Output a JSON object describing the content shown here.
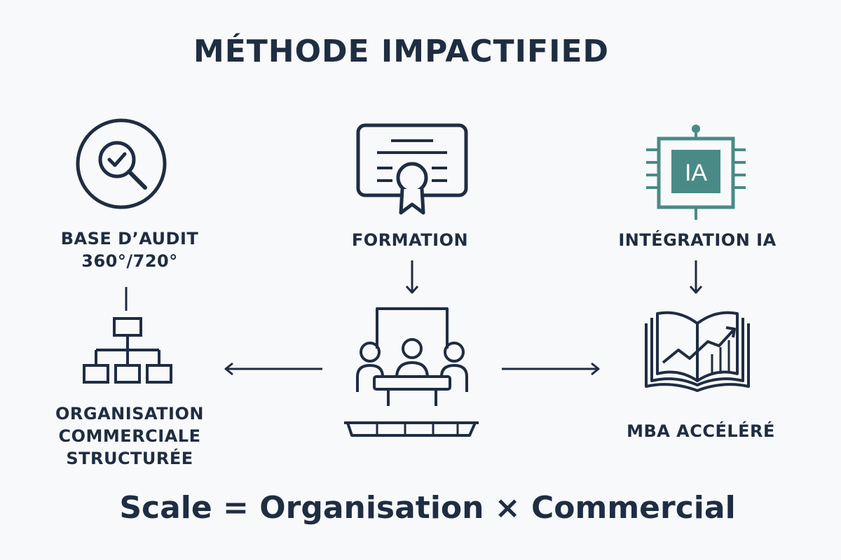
{
  "title": "MÉTHODE IMPACTIFIED",
  "nodes": {
    "audit": {
      "label": "BASE D’AUDIT\n360°/720°",
      "icon": "magnifier-check-icon"
    },
    "formation": {
      "label": "FORMATION",
      "icon": "certificate-icon"
    },
    "ia": {
      "label": "INTÉGRATION IA",
      "icon": "ai-chip-icon",
      "chip_text": "IA"
    },
    "organisation": {
      "label": "ORGANISATION\nCOMMERCIALE\nSTRUCTURÉE",
      "icon": "org-chart-icon"
    },
    "meeting": {
      "icon": "meeting-table-icon"
    },
    "mba": {
      "label": "MBA ACCÉLÉRÉ",
      "icon": "open-book-growth-icon"
    }
  },
  "formula": "Scale = Organisation × Commercial",
  "colors": {
    "ink": "#1f2d42",
    "accent": "#4a8a86",
    "background": "#f8f9fa"
  }
}
